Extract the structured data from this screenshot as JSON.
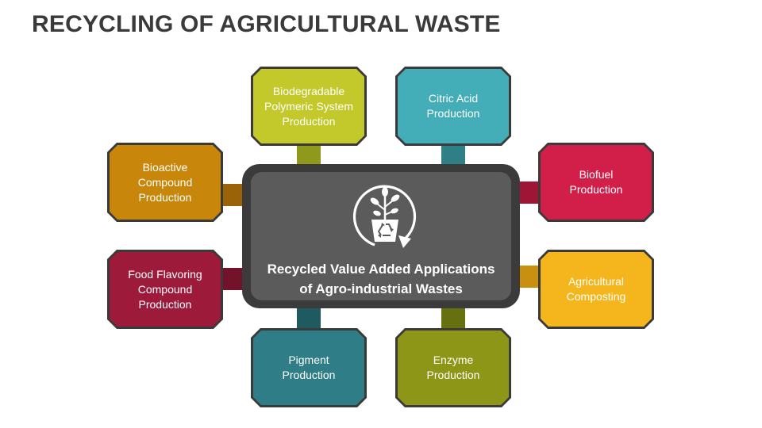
{
  "title": "RECYCLING OF AGRICULTURAL WASTE",
  "center": {
    "text": "Recycled Value Added Applications\nof Agro-industrial Wastes",
    "icon": "recycle-plant-icon",
    "color": "#5b5b5b"
  },
  "nodes": [
    {
      "id": "biodegradable",
      "label": "Biodegradable\nPolymeric System\nProduction",
      "color": "#c3c92a",
      "connector": "#8f9a1c"
    },
    {
      "id": "citric-acid",
      "label": "Citric Acid\nProduction",
      "color": "#44aeb8",
      "connector": "#2f7f87"
    },
    {
      "id": "bioactive",
      "label": "Bioactive\nCompound\nProduction",
      "color": "#c8870a",
      "connector": "#9b6308"
    },
    {
      "id": "biofuel",
      "label": "Biofuel\nProduction",
      "color": "#d11f4a",
      "connector": "#9e1536"
    },
    {
      "id": "food-flavoring",
      "label": "Food Flavoring\nCompound\nProduction",
      "color": "#9d1a3a",
      "connector": "#74112b"
    },
    {
      "id": "agricultural-composting",
      "label": "Agricultural\nComposting",
      "color": "#f5b51d",
      "connector": "#c98f10"
    },
    {
      "id": "pigment",
      "label": "Pigment\nProduction",
      "color": "#2f7d86",
      "connector": "#205a61"
    },
    {
      "id": "enzyme",
      "label": "Enzyme\nProduction",
      "color": "#8d9617",
      "connector": "#66700f"
    }
  ]
}
